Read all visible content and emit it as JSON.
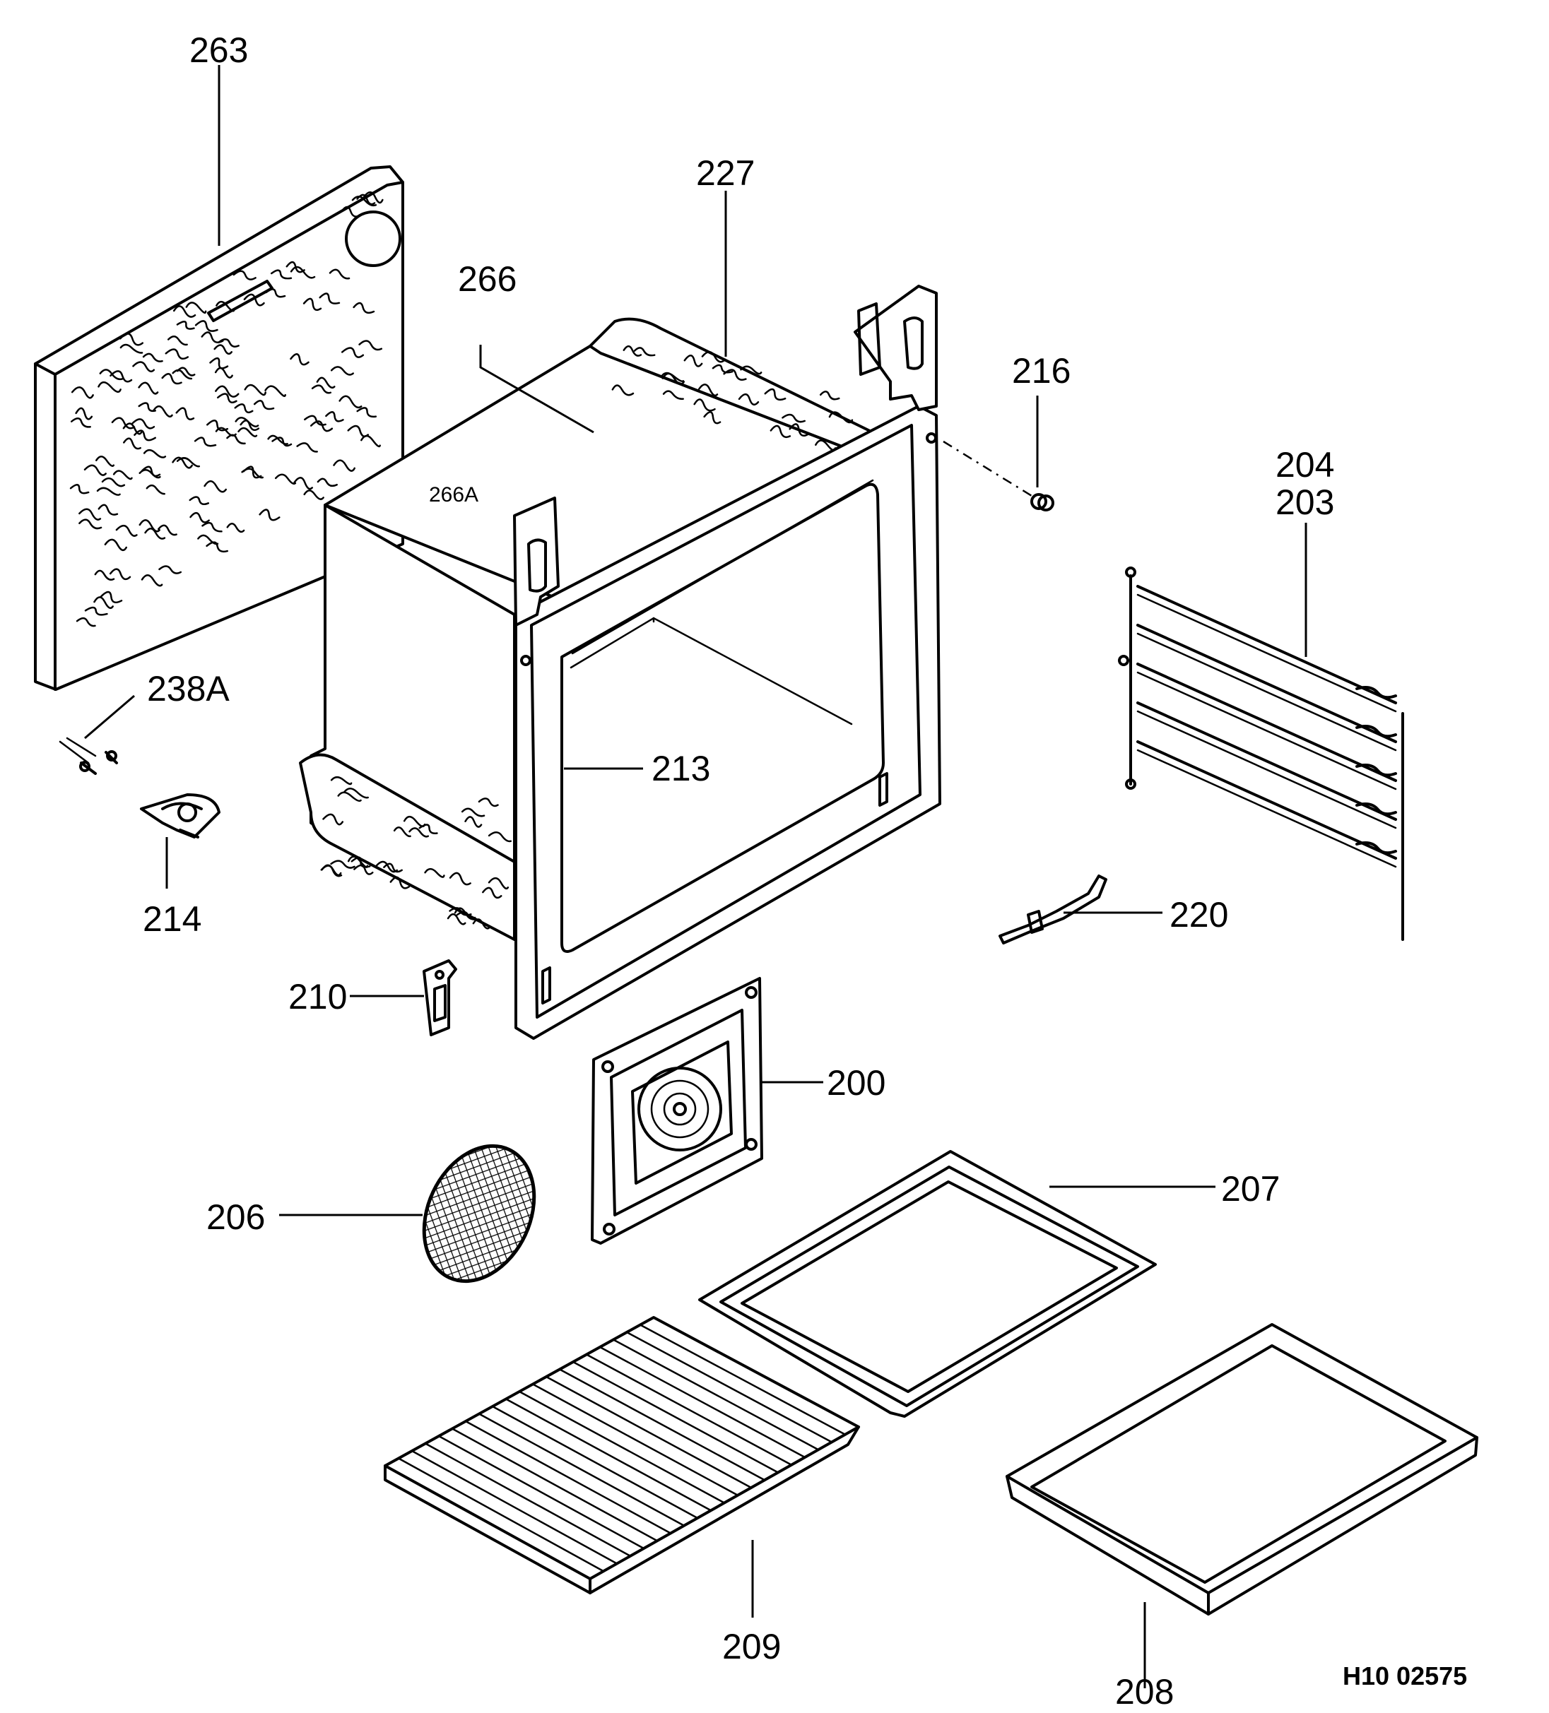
{
  "drawing_code": "H10 02575",
  "parts": [
    {
      "id": "part-263",
      "label": "263"
    },
    {
      "id": "part-227",
      "label": "227"
    },
    {
      "id": "part-266",
      "label": "266"
    },
    {
      "id": "part-266A",
      "label": "266A"
    },
    {
      "id": "part-216",
      "label": "216"
    },
    {
      "id": "part-204",
      "label": "204"
    },
    {
      "id": "part-203",
      "label": "203"
    },
    {
      "id": "part-238A",
      "label": "238A"
    },
    {
      "id": "part-213",
      "label": "213"
    },
    {
      "id": "part-214",
      "label": "214"
    },
    {
      "id": "part-220",
      "label": "220"
    },
    {
      "id": "part-210",
      "label": "210"
    },
    {
      "id": "part-200",
      "label": "200"
    },
    {
      "id": "part-207",
      "label": "207"
    },
    {
      "id": "part-206",
      "label": "206"
    },
    {
      "id": "part-209",
      "label": "209"
    },
    {
      "id": "part-208",
      "label": "208"
    }
  ]
}
